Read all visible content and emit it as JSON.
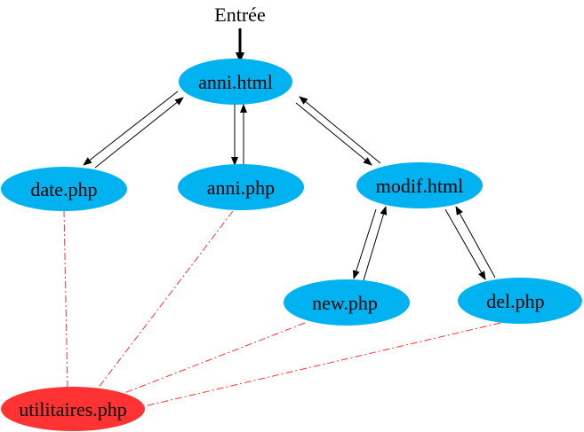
{
  "entry": {
    "label": "Entrée"
  },
  "nodes": [
    {
      "id": "anni_html",
      "label": "anni.html",
      "color": "#00b3f0"
    },
    {
      "id": "date_php",
      "label": "date.php",
      "color": "#00b3f0"
    },
    {
      "id": "anni_php",
      "label": "anni.php",
      "color": "#00b3f0"
    },
    {
      "id": "modif_html",
      "label": "modif.html",
      "color": "#00b3f0"
    },
    {
      "id": "new_php",
      "label": "new.php",
      "color": "#00b3f0"
    },
    {
      "id": "del_php",
      "label": "del.php",
      "color": "#00b3f0"
    },
    {
      "id": "utilitaires_php",
      "label": "utilitaires.php",
      "color": "#ff3333"
    }
  ],
  "edges": [
    {
      "from": "anni_html",
      "to": "date_php",
      "type": "bidirectional"
    },
    {
      "from": "anni_html",
      "to": "anni_php",
      "type": "bidirectional"
    },
    {
      "from": "anni_html",
      "to": "modif_html",
      "type": "bidirectional"
    },
    {
      "from": "modif_html",
      "to": "new_php",
      "type": "bidirectional"
    },
    {
      "from": "modif_html",
      "to": "del_php",
      "type": "bidirectional"
    },
    {
      "from": "date_php",
      "to": "utilitaires_php",
      "type": "dependency"
    },
    {
      "from": "anni_php",
      "to": "utilitaires_php",
      "type": "dependency"
    },
    {
      "from": "new_php",
      "to": "utilitaires_php",
      "type": "dependency"
    },
    {
      "from": "del_php",
      "to": "utilitaires_php",
      "type": "dependency"
    }
  ],
  "colors": {
    "node_blue": "#00b3f0",
    "node_red": "#ff3333",
    "arrow": "#000000",
    "dependency_line": "#ff3333"
  }
}
